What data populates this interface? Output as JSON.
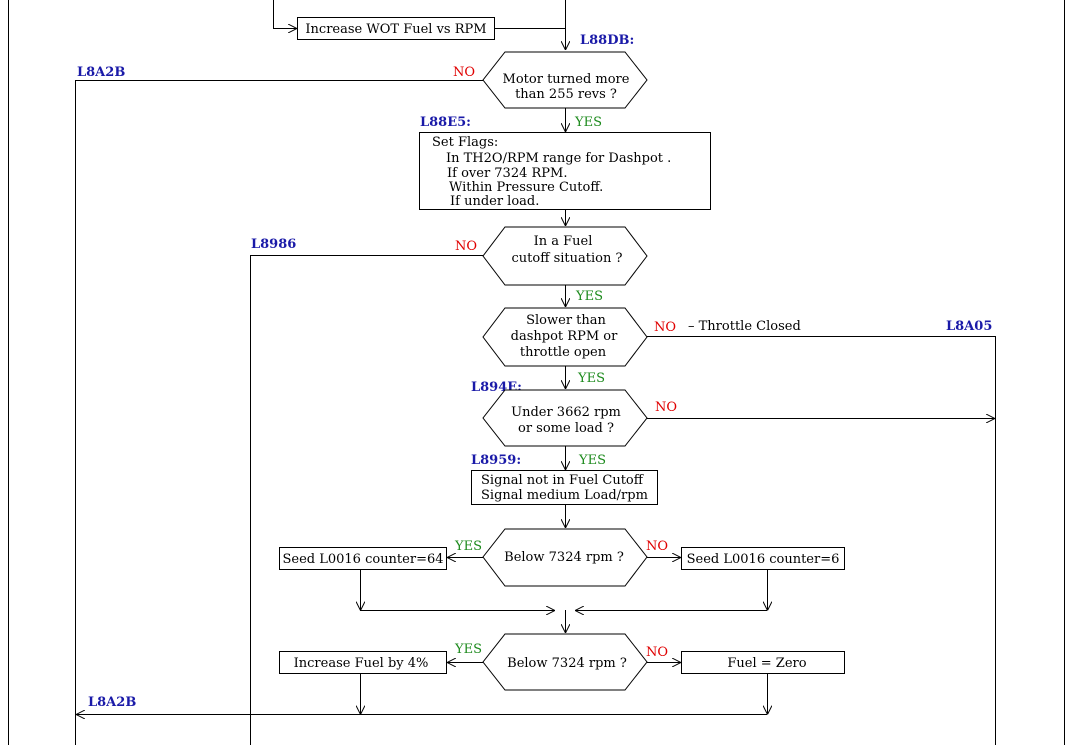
{
  "labels": {
    "l88db": "L88DB:",
    "l8a2b_top": "L8A2B",
    "l88e5": "L88E5:",
    "l8986": "L8986",
    "l8a05": "L8A05",
    "l894e": "L894E:",
    "l8959": "L8959:",
    "l8a2b_bottom": "L8A2B"
  },
  "boxes": {
    "increase_wot": "Increase WOT Fuel vs RPM",
    "set_flags": [
      "Set Flags:",
      "In TH2O/RPM range for Dashpot .",
      "If over 7324 RPM.",
      "Within Pressure Cutoff.",
      "If under load."
    ],
    "signal": [
      "Signal not in Fuel Cutoff",
      "Signal medium Load/rpm"
    ],
    "seed_64": "Seed L0016 counter=64",
    "seed_6": "Seed L0016 counter=6",
    "increase_fuel": "Increase Fuel by 4%",
    "fuel_zero": "Fuel = Zero"
  },
  "decisions": {
    "motor_turned": [
      "Motor turned more",
      "than 255 revs ?"
    ],
    "fuel_cutoff": [
      "In a Fuel",
      "cutoff situation  ?"
    ],
    "slower_dashpot": [
      "Slower than",
      "dashpot RPM or",
      "throttle open"
    ],
    "under_3662": [
      "Under 3662 rpm",
      "or some load ?"
    ],
    "below_7324_a": "Below 7324 rpm ?",
    "below_7324_b": "Below 7324 rpm ?"
  },
  "answers": {
    "yes": "YES",
    "no": "NO"
  },
  "notes": {
    "throttle_closed": "– Throttle Closed"
  }
}
